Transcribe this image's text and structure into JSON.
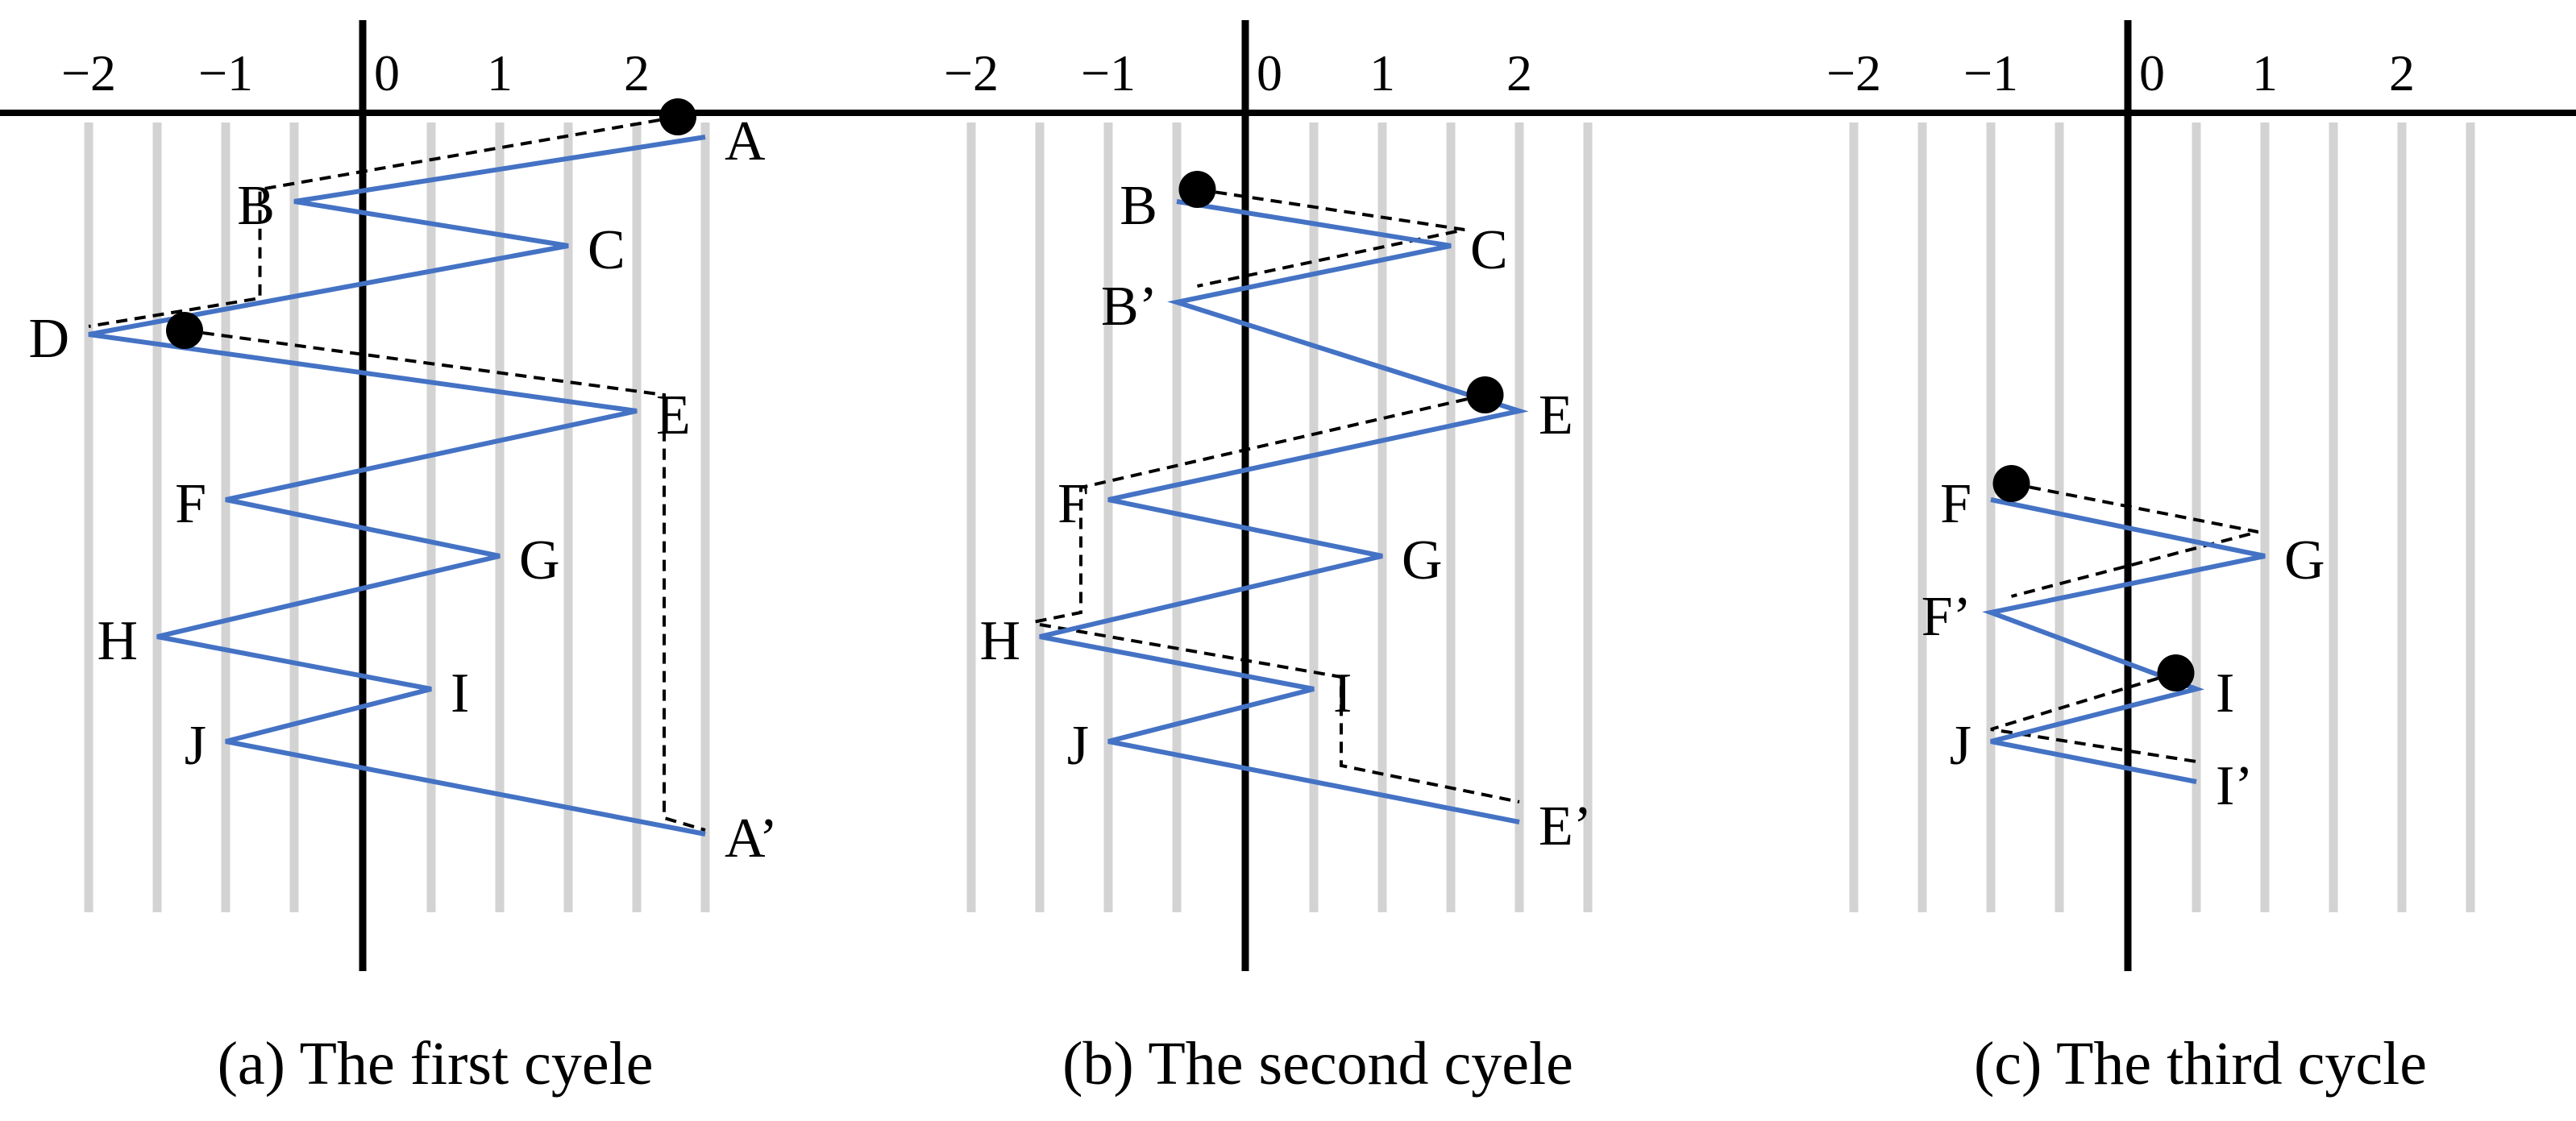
{
  "colors": {
    "background": "#ffffff",
    "grid": "#d3d3d3",
    "axis": "#000000",
    "path": "#4472c4",
    "dashed": "#000000",
    "marker": "#000000"
  },
  "x_ticks": [
    "−2",
    "−1",
    "0",
    "1",
    "2"
  ],
  "x_tick_values": [
    -2,
    -1,
    0,
    1,
    2
  ],
  "grid_values": [
    -2,
    -1.5,
    -1,
    -0.5,
    0.5,
    1,
    1.5,
    2,
    2.5
  ],
  "panels": [
    {
      "caption": "(a) The first cyele",
      "points": [
        {
          "label": "A",
          "x": 2.5,
          "y": 0.7
        },
        {
          "label": "B",
          "x": -0.5,
          "y": 1.5
        },
        {
          "label": "C",
          "x": 1.5,
          "y": 2.05
        },
        {
          "label": "D",
          "x": -2.0,
          "y": 3.15
        },
        {
          "label": "E",
          "x": 2.0,
          "y": 4.1
        },
        {
          "label": "F",
          "x": -1.0,
          "y": 5.2
        },
        {
          "label": "G",
          "x": 1.0,
          "y": 5.9
        },
        {
          "label": "H",
          "x": -1.5,
          "y": 6.9
        },
        {
          "label": "I",
          "x": 0.5,
          "y": 7.55
        },
        {
          "label": "J",
          "x": -1.0,
          "y": 8.2
        },
        {
          "label": "A’",
          "x": 2.5,
          "y": 9.35
        }
      ],
      "markers": [
        {
          "x": 2.3,
          "y": 0.45
        },
        {
          "x": -1.3,
          "y": 3.1
        }
      ],
      "dashed": [
        [
          [
            2.3,
            0.45
          ],
          [
            -0.75,
            1.35
          ],
          [
            -0.75,
            2.7
          ],
          [
            -2.0,
            3.05
          ]
        ],
        [
          [
            -1.3,
            3.1
          ],
          [
            2.2,
            3.9
          ],
          [
            2.2,
            9.15
          ],
          [
            2.5,
            9.3
          ]
        ]
      ]
    },
    {
      "caption": "(b) The second cyele",
      "points": [
        {
          "label": "B",
          "x": -0.5,
          "y": 1.5
        },
        {
          "label": "C",
          "x": 1.5,
          "y": 2.05
        },
        {
          "label": "B’",
          "x": -0.5,
          "y": 2.75
        },
        {
          "label": "E",
          "x": 2.0,
          "y": 4.1
        },
        {
          "label": "F",
          "x": -1.0,
          "y": 5.2
        },
        {
          "label": "G",
          "x": 1.0,
          "y": 5.9
        },
        {
          "label": "H",
          "x": -1.5,
          "y": 6.9
        },
        {
          "label": "I",
          "x": 0.5,
          "y": 7.55
        },
        {
          "label": "J",
          "x": -1.0,
          "y": 8.2
        },
        {
          "label": "E’",
          "x": 2.0,
          "y": 9.2
        }
      ],
      "markers": [
        {
          "x": -0.35,
          "y": 1.35
        },
        {
          "x": 1.75,
          "y": 3.9
        }
      ],
      "dashed": [
        [
          [
            -0.35,
            1.35
          ],
          [
            1.6,
            1.85
          ],
          [
            -0.35,
            2.55
          ]
        ],
        [
          [
            1.75,
            3.9
          ],
          [
            -1.2,
            5.05
          ],
          [
            -1.2,
            6.6
          ],
          [
            -1.55,
            6.72
          ]
        ],
        [
          [
            -1.5,
            6.75
          ],
          [
            0.7,
            7.4
          ],
          [
            0.7,
            8.5
          ],
          [
            2.0,
            8.95
          ]
        ]
      ]
    },
    {
      "caption": "(c) The third cycle",
      "points": [
        {
          "label": "F",
          "x": -1.0,
          "y": 5.2
        },
        {
          "label": "G",
          "x": 1.0,
          "y": 5.9
        },
        {
          "label": "F’",
          "x": -1.0,
          "y": 6.6
        },
        {
          "label": "I",
          "x": 0.5,
          "y": 7.55
        },
        {
          "label": "J",
          "x": -1.0,
          "y": 8.2
        },
        {
          "label": "I’",
          "x": 0.5,
          "y": 8.7
        }
      ],
      "markers": [
        {
          "x": -0.85,
          "y": 5.0
        },
        {
          "x": 0.35,
          "y": 7.35
        }
      ],
      "dashed": [
        [
          [
            -0.85,
            5.0
          ],
          [
            0.95,
            5.6
          ],
          [
            -0.85,
            6.4
          ]
        ],
        [
          [
            0.35,
            7.35
          ],
          [
            -1.0,
            8.05
          ],
          [
            0.5,
            8.45
          ]
        ]
      ]
    }
  ]
}
